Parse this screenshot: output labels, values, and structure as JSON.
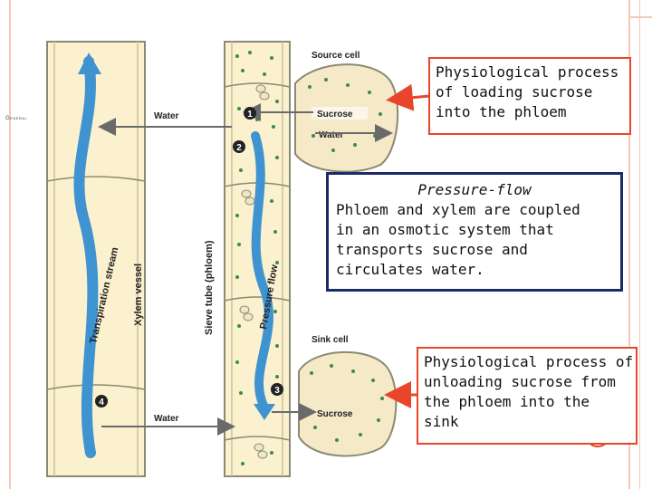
{
  "slide": {
    "section_label": "General"
  },
  "diagram": {
    "source_cell": "Source cell",
    "sink_cell": "Sink cell",
    "water_top": "Water",
    "water_bottom": "Water",
    "sucrose_source": "Sucrose",
    "water_source": "Water",
    "sucrose_sink": "Sucrose",
    "xylem_vessel": "Xylem vessel",
    "transpiration_stream": "Transpiration stream",
    "sieve_tube": "Sieve tube (phloem)",
    "pressure_flow": "Pressure flow",
    "step_1": "1",
    "step_2": "2",
    "step_3": "3",
    "step_4": "4"
  },
  "callouts": {
    "loading": {
      "lines": [
        "Physiological process",
        "of loading sucrose",
        "into the phloem"
      ]
    },
    "pressure": {
      "title": "Pressure-flow",
      "lines": [
        "Phloem and xylem are coupled",
        "in an osmotic system that",
        "transports sucrose and",
        "circulates water."
      ]
    },
    "unloading": {
      "lines": [
        "Physiological process of",
        "unloading sucrose from",
        "the phloem into the",
        "sink"
      ]
    }
  },
  "colors": {
    "vessel_fill": "#fbf1cf",
    "vessel_border": "#8a8a72",
    "xylem_arrow": "#3f93d1",
    "callout_red": "#e8452a",
    "callout_navy": "#1a2a6b",
    "sucrose_dot": "#3f8a4a",
    "cell_fill": "#f6e9c7"
  }
}
